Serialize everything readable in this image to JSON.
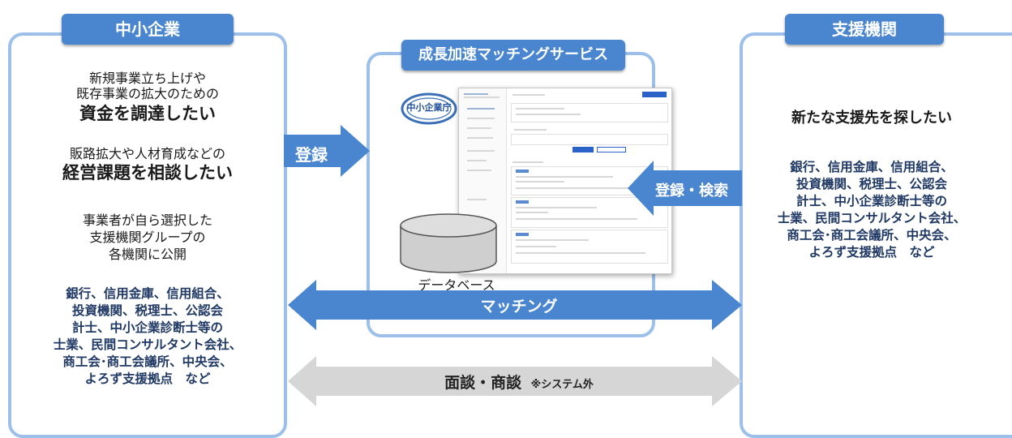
{
  "sme": {
    "title": "中小企業",
    "need1_lines": [
      "新規事業立ち上げや",
      "既存事業の拡大のための"
    ],
    "need1_emph": "資金を調達したい",
    "need2_line": "販路拡大や人材育成などの",
    "need2_emph": "経営課題を相談したい",
    "publish_lines": [
      "事業者が自ら選択した",
      "支援機関グループの",
      "各機関に公開"
    ],
    "org_lines": [
      "銀行、信用金庫、信用組合、",
      "投資機関、税理士、公認会",
      "計士、中小企業診断士等の",
      "士業、民間コンサルタント会社、",
      "商工会･商工会議所、中央会、",
      "よろず支援拠点　など"
    ]
  },
  "service": {
    "title": "成長加速マッチングサービス",
    "logo_text": "中小企業庁",
    "db_label": "データベース"
  },
  "support": {
    "title": "支援機関",
    "need_emph": "新たな支援先を探したい",
    "org_lines": [
      "銀行、信用金庫、信用組合、",
      "投資機関、税理士、公認会",
      "計士、中小企業診断士等の",
      "士業、民間コンサルタント会社、",
      "商工会･商工会議所、中央会、",
      "よろず支援拠点　など"
    ]
  },
  "arrows": {
    "register": "登録",
    "register_search": "登録・検索",
    "matching": "マッチング",
    "meeting": "面談・商談",
    "meeting_note": "※システム外"
  },
  "colors": {
    "frame": "#9cc0ea",
    "tab": "#4a86d0",
    "arrow": "#4a86d0",
    "arrow_gray": "#d6d6d6",
    "org_text": "#1f3864"
  }
}
